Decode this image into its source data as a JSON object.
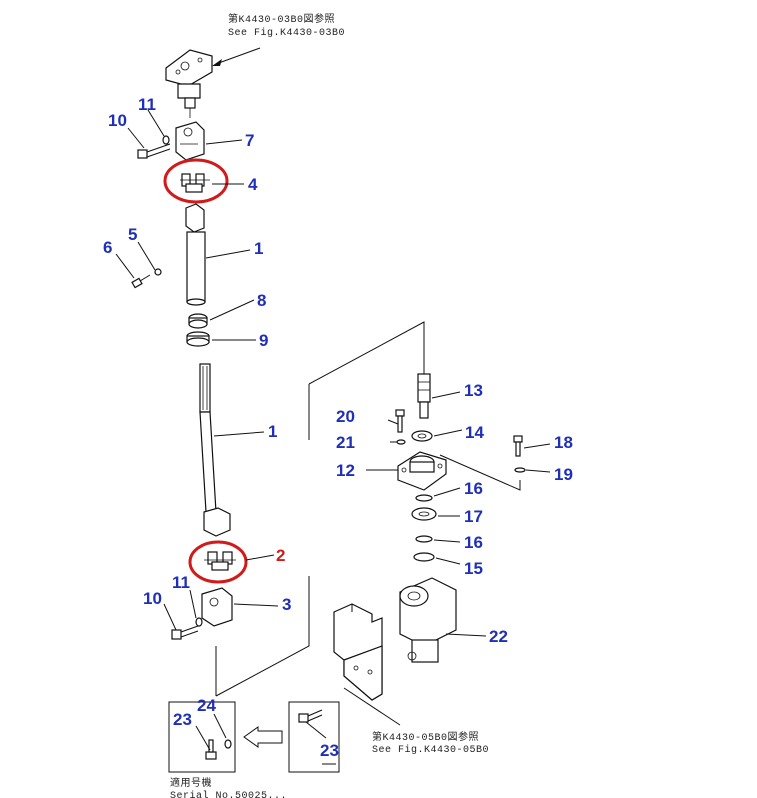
{
  "references": {
    "top_jp": "第K4430-03B0図参照",
    "top_en": "See Fig.K4430-03B0",
    "bottom_jp": "第K4430-05B0図参照",
    "bottom_en": "See Fig.K4430-05B0",
    "applicable_jp": "適用号機",
    "applicable_en": "Serial No.50025..."
  },
  "callouts": [
    {
      "id": "c11a",
      "label": "11"
    },
    {
      "id": "c10a",
      "label": "10"
    },
    {
      "id": "c7",
      "label": "7"
    },
    {
      "id": "c4",
      "label": "4"
    },
    {
      "id": "c5",
      "label": "5"
    },
    {
      "id": "c6",
      "label": "6"
    },
    {
      "id": "c1a",
      "label": "1"
    },
    {
      "id": "c8",
      "label": "8"
    },
    {
      "id": "c9",
      "label": "9"
    },
    {
      "id": "c1b",
      "label": "1"
    },
    {
      "id": "c13",
      "label": "13"
    },
    {
      "id": "c20",
      "label": "20"
    },
    {
      "id": "c14",
      "label": "14"
    },
    {
      "id": "c21",
      "label": "21"
    },
    {
      "id": "c18",
      "label": "18"
    },
    {
      "id": "c12",
      "label": "12"
    },
    {
      "id": "c19",
      "label": "19"
    },
    {
      "id": "c16a",
      "label": "16"
    },
    {
      "id": "c17",
      "label": "17"
    },
    {
      "id": "c16b",
      "label": "16"
    },
    {
      "id": "c2",
      "label": "2"
    },
    {
      "id": "c15",
      "label": "15"
    },
    {
      "id": "c11b",
      "label": "11"
    },
    {
      "id": "c10b",
      "label": "10"
    },
    {
      "id": "c3",
      "label": "3"
    },
    {
      "id": "c22",
      "label": "22"
    },
    {
      "id": "c24",
      "label": "24"
    },
    {
      "id": "c23a",
      "label": "23"
    },
    {
      "id": "c23b",
      "label": "23"
    }
  ],
  "colors": {
    "callout_blue": "#1f2fb8",
    "highlight_red": "#d11a1a",
    "line": "#111111"
  }
}
